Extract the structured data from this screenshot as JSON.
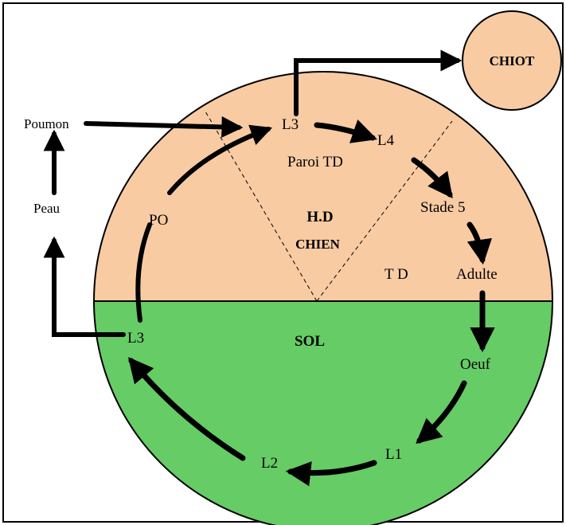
{
  "colors": {
    "upper_region": "#F8CBA3",
    "lower_region": "#66CC66",
    "stroke": "#000000",
    "background": "#FFFFFF"
  },
  "labels": {
    "chiot": "CHIOT",
    "poumon": "Poumon",
    "peau": "Peau",
    "l3_top": "L3",
    "l4": "L4",
    "paroi_td": "Paroi TD",
    "stade5": "Stade 5",
    "hd": "H.D",
    "chien": "CHIEN",
    "td": "T D",
    "adulte": "Adulte",
    "po": "PO",
    "sol": "SOL",
    "l3_left": "L3",
    "oeuf": "Oeuf",
    "l1": "L1",
    "l2": "L2"
  }
}
